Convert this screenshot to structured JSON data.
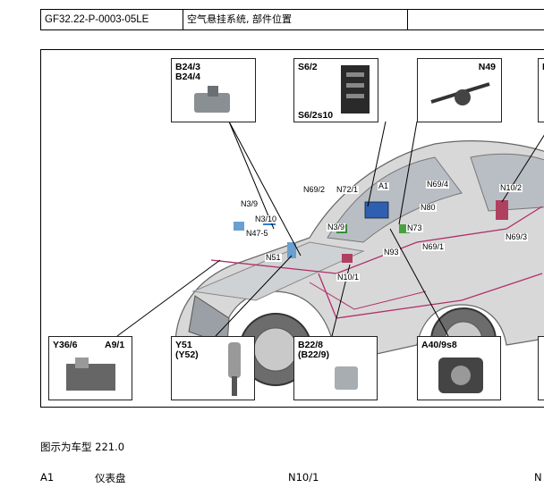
{
  "header": {
    "doc_code": "GF32.22-P-0003-05LE",
    "title": "空气悬挂系统, 部件位置",
    "extra": ""
  },
  "figure": {
    "callouts": {
      "b24": [
        "B24/3",
        "B24/4"
      ],
      "s6": [
        "S6/2",
        "S6/2s10"
      ],
      "n49": "N49",
      "b_right": "B",
      "y36": [
        "Y36/6",
        "A9/1"
      ],
      "y51": [
        "Y51",
        "(Y52)"
      ],
      "b22": [
        "B22/8",
        "(B22/9)"
      ],
      "a40": "A40/9s8"
    },
    "labels": {
      "n3_9a": "N3/9",
      "n69_2": "N69/2",
      "n72_1": "N72/1",
      "a1": "A1",
      "n69_4": "N69/4",
      "n10_2": "N10/2",
      "n3_10": "N3/10",
      "n80": "N80",
      "n47_5": "N47-5",
      "n3_9b": "N3/9",
      "n73": "N73",
      "n69_3": "N69/3",
      "n69_1": "N69/1",
      "n93": "N93",
      "n51": "N51",
      "n10_1": "N10/1"
    }
  },
  "caption": "图示为车型 221.0",
  "legend": {
    "row1": [
      {
        "code": "A1",
        "desc": "仪表盘"
      },
      {
        "code": "N10/1",
        "desc": ""
      },
      {
        "code": "N",
        "desc": ""
      }
    ]
  }
}
